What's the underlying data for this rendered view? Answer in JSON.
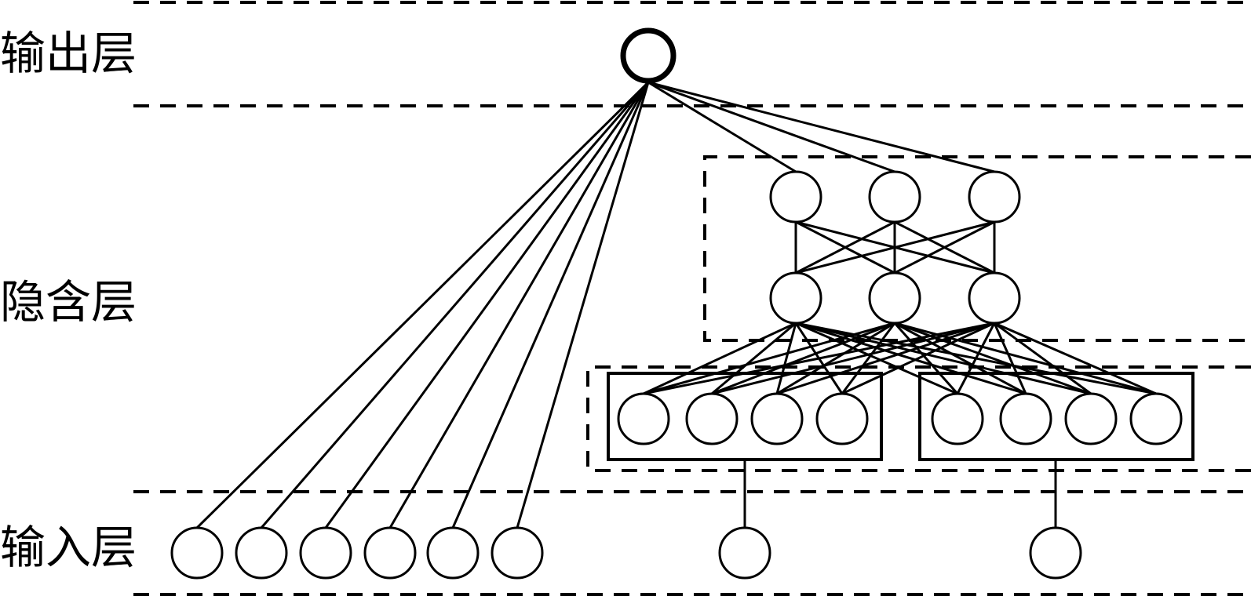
{
  "layers": {
    "output_label": "输出层",
    "hidden_label": "隐含层",
    "input_label": "输入层"
  },
  "structure": {
    "output_nodes": 1,
    "hidden_dense_layers": [
      3,
      3
    ],
    "embedding_groups": [
      4,
      4
    ],
    "wide_input_nodes": 6,
    "deep_input_nodes": 2
  }
}
